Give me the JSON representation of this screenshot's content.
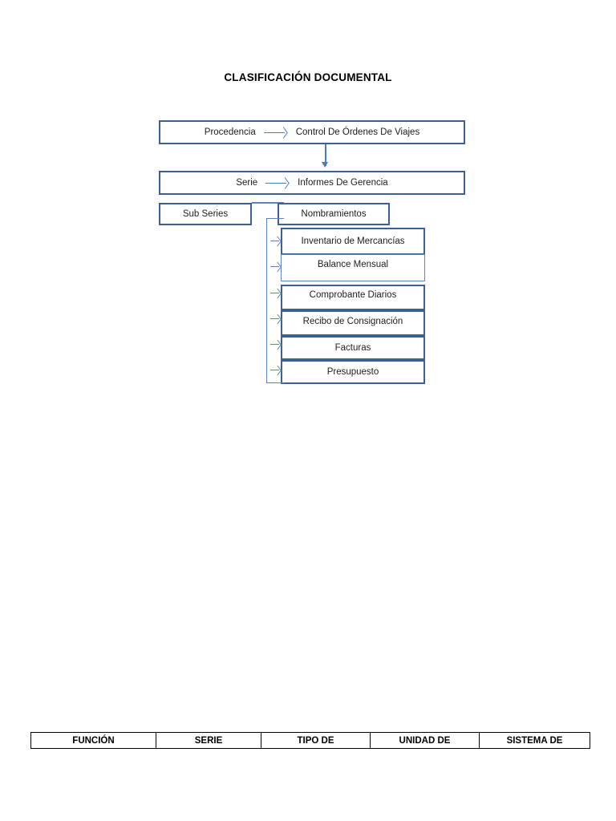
{
  "document": {
    "title": "CLASIFICACIÓN DOCUMENTAL"
  },
  "colors": {
    "box_border": "#3c6096",
    "connector": "#5b84bf",
    "arrow": "#4a7ebb",
    "table_border": "#000000",
    "text": "#1d1d1d"
  },
  "flow": {
    "procedencia": {
      "label": "Procedencia",
      "value": "Control De Órdenes De Viajes"
    },
    "serie": {
      "label": "Serie",
      "value": "Informes De Gerencia"
    },
    "sub_series": {
      "label": "Sub Series",
      "items": [
        {
          "label": "Nombramientos"
        },
        {
          "label": "Inventario de Mercancías"
        },
        {
          "label": "Balance Mensual"
        },
        {
          "label": "Comprobante Diarios"
        },
        {
          "label": "Recibo de Consignación"
        },
        {
          "label": "Facturas"
        },
        {
          "label": "Presupuesto"
        }
      ]
    }
  },
  "bottom_table": {
    "headers": [
      "FUNCIÓN",
      "SERIE",
      "TIPO DE",
      "UNIDAD DE",
      "SISTEMA DE"
    ]
  }
}
